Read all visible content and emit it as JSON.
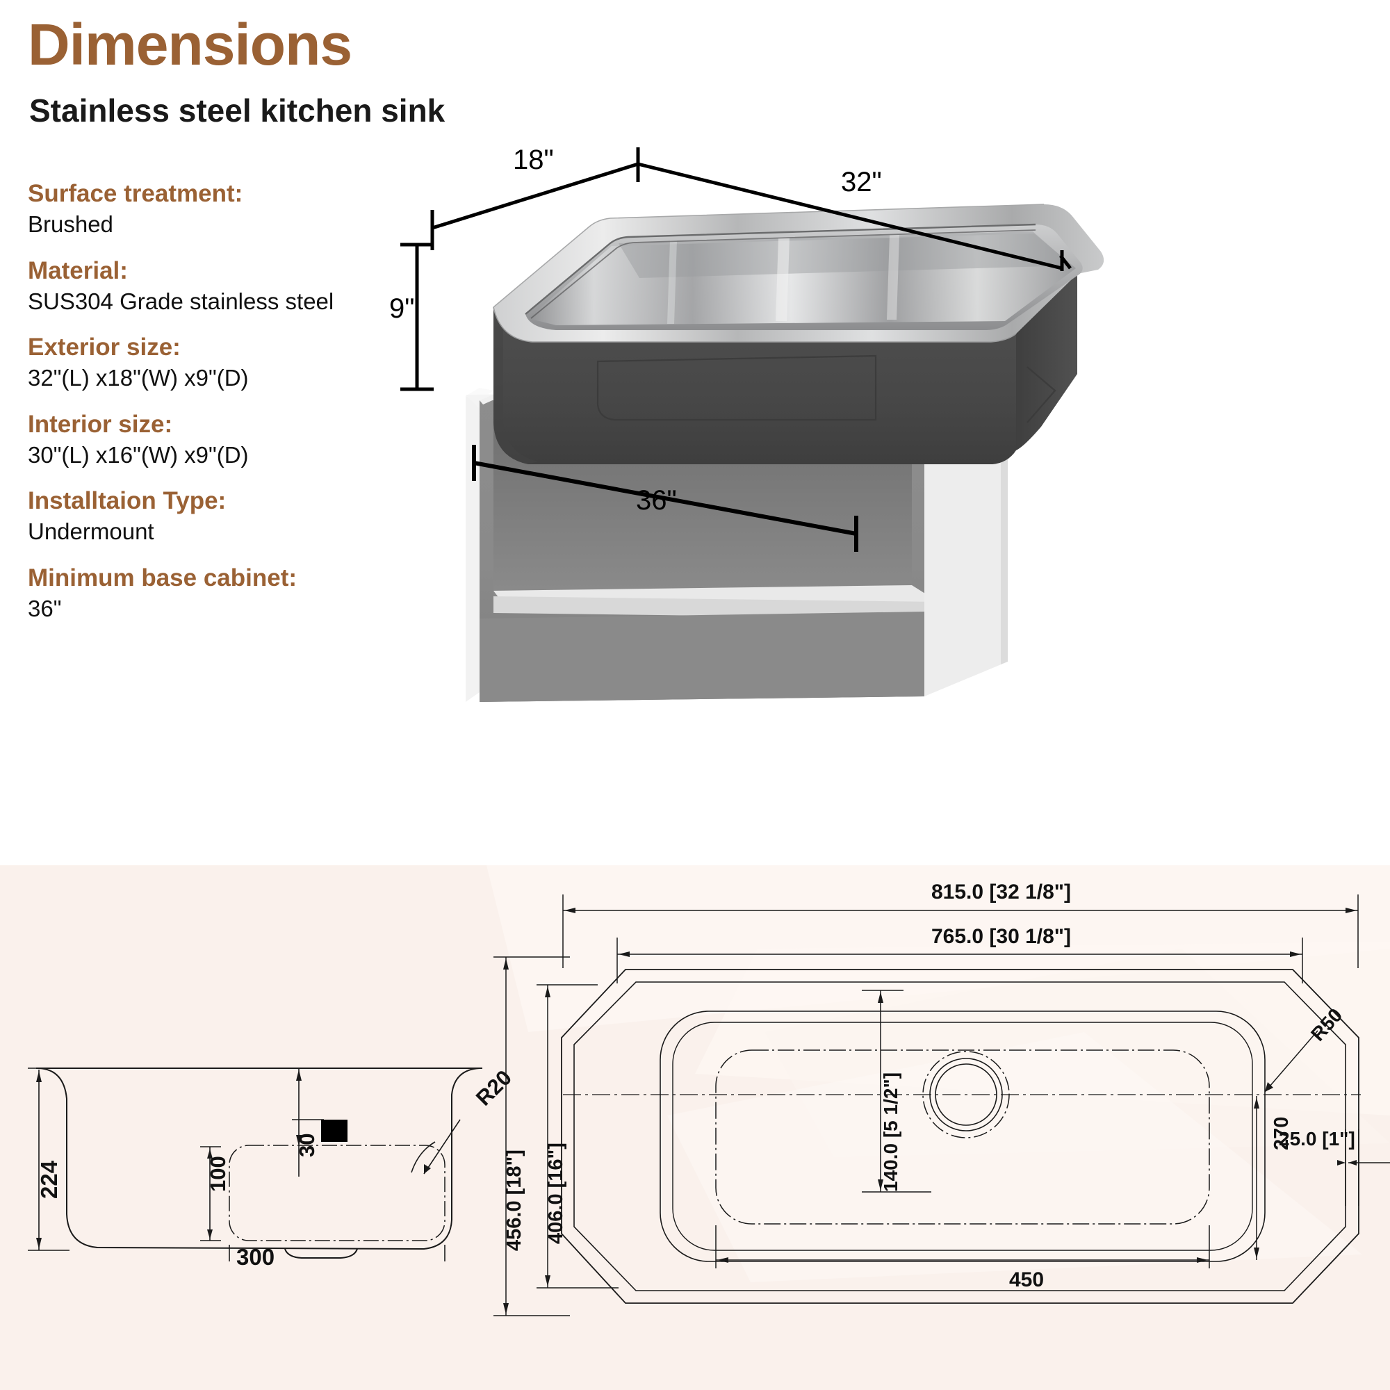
{
  "header": {
    "title": "Dimensions",
    "subtitle": "Stainless steel kitchen sink",
    "title_color": "#9a6134"
  },
  "specs": [
    {
      "label": "Surface treatment:",
      "value": "Brushed"
    },
    {
      "label": "Material:",
      "value": "SUS304 Grade stainless steel"
    },
    {
      "label": "Exterior size:",
      "value": "32\"(L) x18\"(W) x9\"(D)"
    },
    {
      "label": "Interior size:",
      "value": "30\"(L) x16\"(W) x9\"(D)"
    },
    {
      "label": "Installtaion Type:",
      "value": "Undermount"
    },
    {
      "label": "Minimum base cabinet:",
      "value": "36\""
    }
  ],
  "iso_view": {
    "width_label": "18\"",
    "length_label": "32\"",
    "depth_label": "9\"",
    "cabinet_label": "36\""
  },
  "profile_view": {
    "height_label": "224",
    "inner_height_label": "100",
    "offset_label": "30",
    "radius_label": "R20",
    "width_label": "300"
  },
  "plan_view": {
    "outer_length": "815.0 [32 1/8\"]",
    "inner_length": "765.0 [30 1/8\"]",
    "outer_width": "456.0 [18\"]",
    "inner_width": "406.0 [16\"]",
    "drain_offset": "140.0 [5 1/2\"]",
    "corner_radius": "R50",
    "drain_x": "450",
    "drain_y": "270",
    "rim_width": "25.0 [1\"]"
  },
  "colors": {
    "brand_brown": "#9a6134",
    "bottom_background": "#faf1ec",
    "line": "#111111",
    "sink_dark": "#4a4a4a",
    "sink_steel": "#b9babb"
  }
}
